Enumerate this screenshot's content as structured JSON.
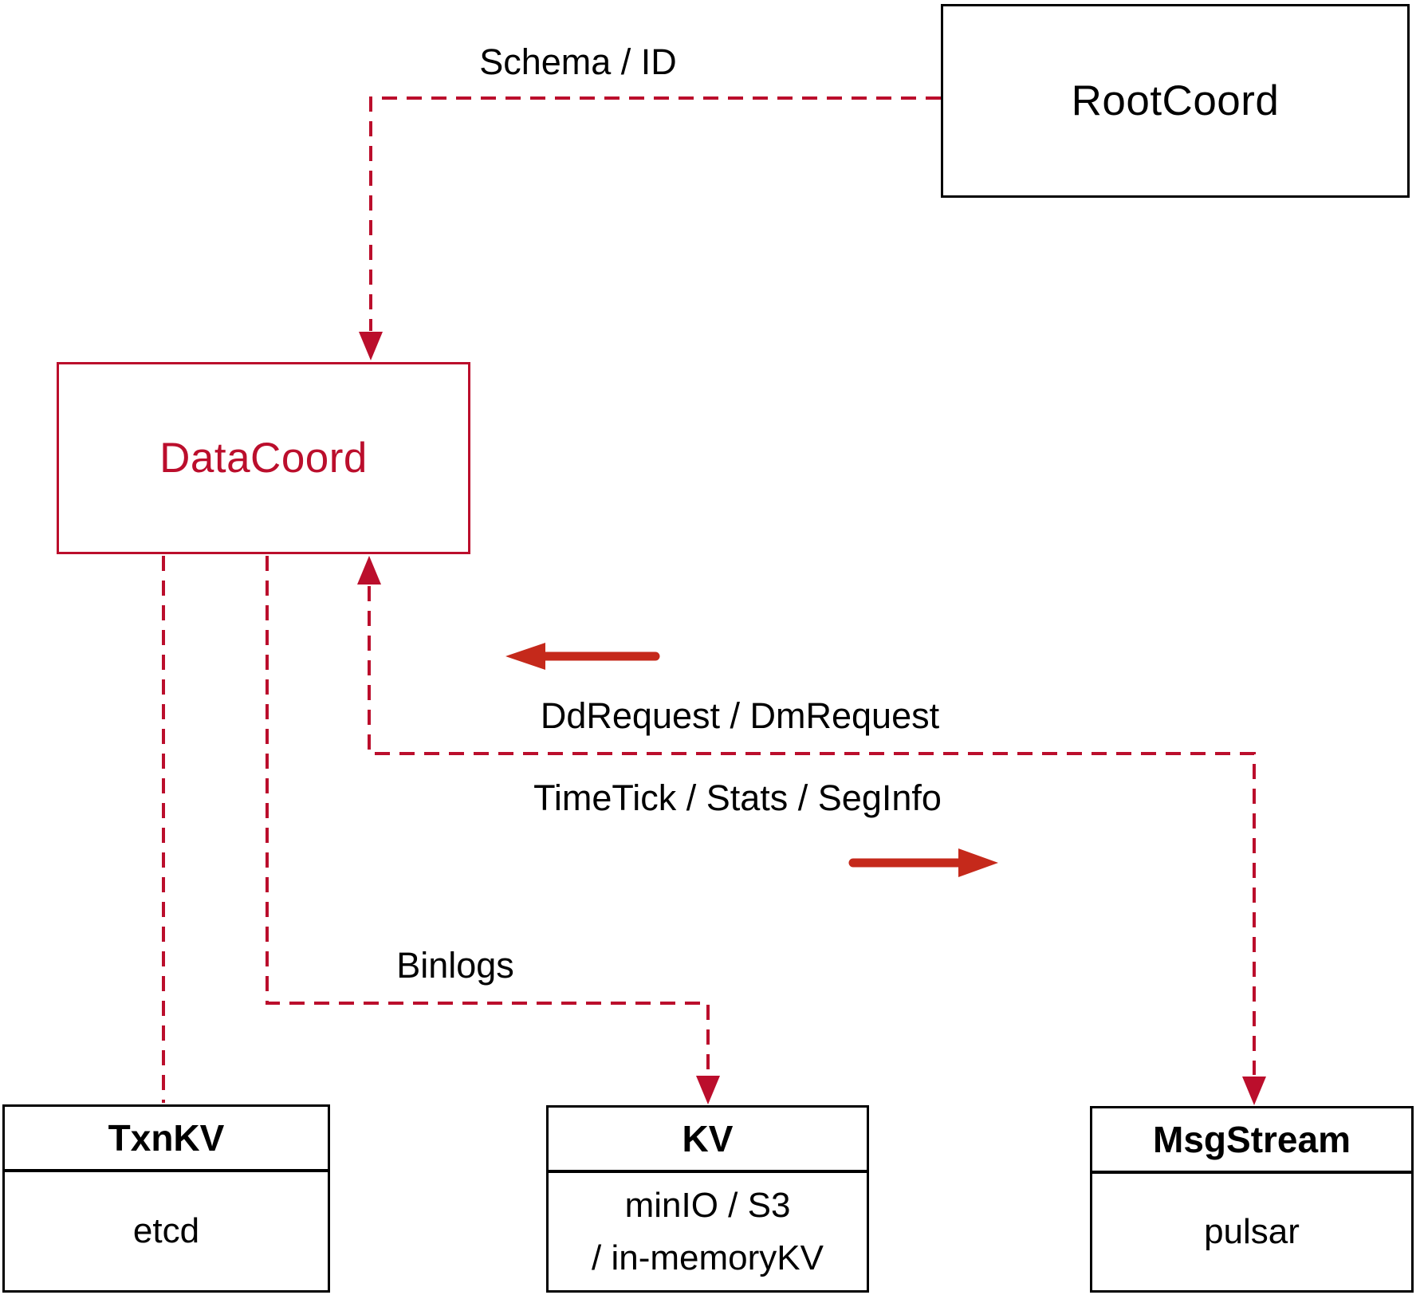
{
  "diagram": {
    "nodes": {
      "rootcoord": {
        "title": "RootCoord"
      },
      "datacoord": {
        "title": "DataCoord"
      },
      "txnkv": {
        "header": "TxnKV",
        "body": "etcd"
      },
      "kv": {
        "header": "KV",
        "body_line1": "minIO / S3",
        "body_line2": "/ in-memoryKV"
      },
      "msgstream": {
        "header": "MsgStream",
        "body": "pulsar"
      }
    },
    "edge_labels": {
      "schema_id": "Schema / ID",
      "ddrequest": "DdRequest / DmRequest",
      "timetick": "TimeTick / Stats / SegInfo",
      "binlogs": "Binlogs"
    },
    "colors": {
      "dashed_line": "#bb0e2c",
      "solid_arrow": "#c5291b",
      "box_border_black": "#000000",
      "datacoord_accent": "#bb0e2c",
      "text": "#000000"
    }
  }
}
